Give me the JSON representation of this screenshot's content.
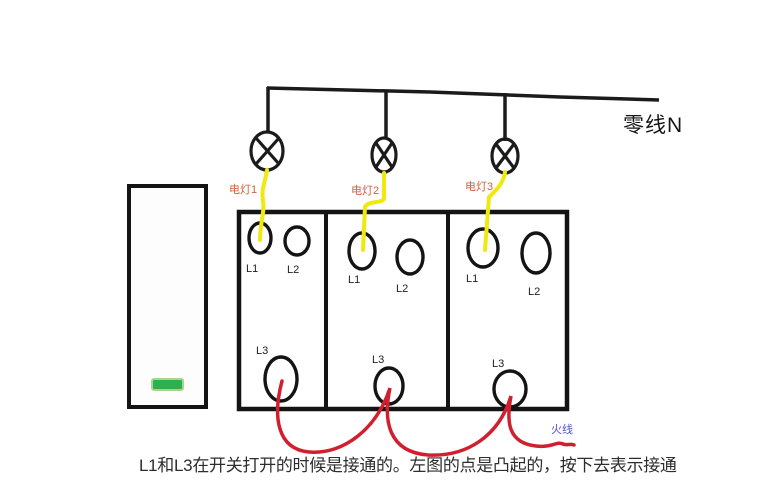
{
  "labels": {
    "neutral_line": "零线N",
    "live_wire": "火线"
  },
  "lamps": [
    {
      "name": "电灯1"
    },
    {
      "name": "电灯2"
    },
    {
      "name": "电灯3"
    }
  ],
  "switches": [
    {
      "l1": "L1",
      "l2": "L2",
      "l3": "L3"
    },
    {
      "l1": "L1",
      "l2": "L2",
      "l3": "L3"
    },
    {
      "l1": "L1",
      "l2": "L2",
      "l3": "L3"
    }
  ],
  "caption": "L1和L3在开关打开的时候是接通的。左图的点是凸起的，按下去表示接通",
  "colors": {
    "neutral_wire": "#1b1b1b",
    "lamp_wire_yellow": "#f0e90e",
    "live_wire_red": "#d01f2f",
    "lamp_label_orange": "#d0603c",
    "live_label_blue": "#5353cc",
    "switch_indicator_green": "#2fb050"
  }
}
